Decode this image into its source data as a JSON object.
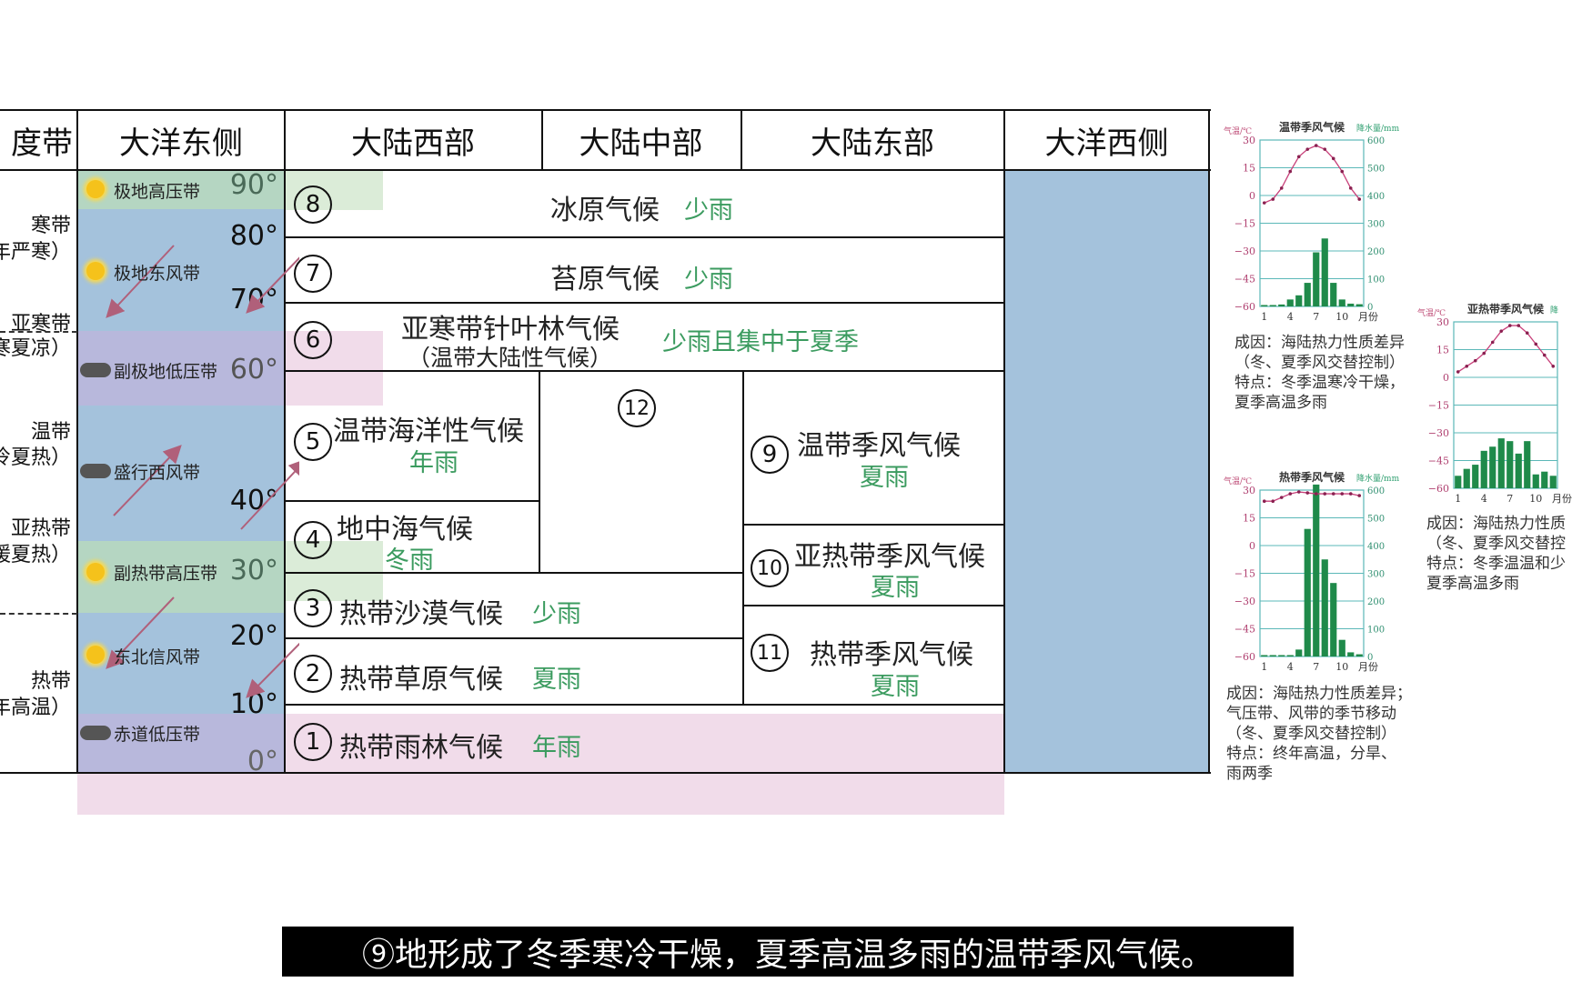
{
  "headers": {
    "zone": "度带",
    "ocean_east": "大洋东侧",
    "cont_west": "大陆西部",
    "cont_mid": "大陆中部",
    "cont_east": "大陆东部",
    "ocean_west": "大洋西侧"
  },
  "zones": [
    {
      "name": "寒带",
      "note": "年严寒）"
    },
    {
      "name": "亚寒带",
      "note": "寒夏凉）"
    },
    {
      "name": "温带",
      "note": "冷夏热）"
    },
    {
      "name": "亚热带",
      "note": "暖夏热）"
    },
    {
      "name": "热带",
      "note": "年高温）"
    }
  ],
  "latitudes": [
    "90°",
    "80°",
    "70°",
    "60°",
    "40°",
    "30°",
    "20°",
    "10°",
    "0°"
  ],
  "belts": [
    {
      "name": "极地高压带",
      "icon": "sun"
    },
    {
      "name": "极地东风带",
      "icon": "sun"
    },
    {
      "name": "副极地低压带",
      "icon": "cloud"
    },
    {
      "name": "盛行西风带",
      "icon": "cloud"
    },
    {
      "name": "副热带高压带",
      "icon": "sun"
    },
    {
      "name": "东北信风带",
      "icon": "sun"
    },
    {
      "name": "赤道低压带",
      "icon": "cloud"
    }
  ],
  "climates": {
    "c1": {
      "num": "1",
      "name": "热带雨林气候",
      "rain": "年雨"
    },
    "c2": {
      "num": "2",
      "name": "热带草原气候",
      "rain": "夏雨"
    },
    "c3": {
      "num": "3",
      "name": "热带沙漠气候",
      "rain": "少雨"
    },
    "c4": {
      "num": "4",
      "name": "地中海气候",
      "rain": "冬雨"
    },
    "c5": {
      "num": "5",
      "name": "温带海洋性气候",
      "rain": "年雨"
    },
    "c6": {
      "num": "6",
      "name": "亚寒带针叶林气候",
      "name2": "（温带大陆性气候）",
      "rain": "少雨且集中于夏季"
    },
    "c7": {
      "num": "7",
      "name": "苔原气候",
      "rain": "少雨"
    },
    "c8": {
      "num": "8",
      "name": "冰原气候",
      "rain": "少雨"
    },
    "c9": {
      "num": "9",
      "name": "温带季风气候",
      "rain": "夏雨"
    },
    "c10": {
      "num": "10",
      "name": "亚热带季风气候",
      "rain": "夏雨"
    },
    "c11": {
      "num": "11",
      "name": "热带季风气候",
      "rain": "夏雨"
    },
    "c12": {
      "num": "12"
    }
  },
  "colors": {
    "polar_high": "#b5d6c2",
    "ocean": "#a4c2dc",
    "low_pressure": "#b8b8dc",
    "pink": "#f1dcea",
    "rain_green": "#3b9b5f",
    "temp_line": "#c8407a",
    "bar": "#1f8a4a",
    "grid": "#5bb8b8"
  },
  "descriptions": {
    "temperate": [
      "成因：海陆热力性质差异",
      "（冬、夏季风交替控制）",
      "特点：冬季温寒冷干燥，",
      "夏季高温多雨"
    ],
    "subtropical": [
      "成因：海陆热力性质",
      "（冬、夏季风交替控",
      "特点：冬季温温和少",
      "夏季高温多雨"
    ],
    "tropical": [
      "成因：海陆热力性质差异；",
      "气压带、风带的季节移动",
      "（冬、夏季风交替控制）",
      "特点：终年高温，分旱、",
      "雨两季"
    ]
  },
  "subtitle": "⑨地形成了冬季寒冷干燥，夏季高温多雨的温带季风气候。",
  "chart_data": [
    {
      "id": "temperate",
      "type": "bar+line",
      "title": "温带季风气候",
      "ylabel_left": "气温/℃",
      "ylabel_right": "降水量/mm",
      "xlabel": "月份",
      "x": [
        1,
        2,
        3,
        4,
        5,
        6,
        7,
        8,
        9,
        10,
        11,
        12
      ],
      "x_ticks": [
        "1",
        "4",
        "7",
        "10"
      ],
      "temp_ticks": [
        "30",
        "15",
        "0",
        "−15",
        "−30",
        "−45",
        "−60"
      ],
      "precip_ticks": [
        "600",
        "500",
        "400",
        "300",
        "200",
        "100",
        "0"
      ],
      "temp_range": [
        -60,
        30
      ],
      "precip_range": [
        0,
        600
      ],
      "temperature": [
        -4,
        -2,
        4,
        13,
        21,
        25,
        27,
        25,
        20,
        13,
        4,
        -2
      ],
      "precipitation": [
        5,
        5,
        7,
        25,
        40,
        85,
        195,
        245,
        85,
        25,
        10,
        8
      ]
    },
    {
      "id": "subtropical",
      "type": "bar+line",
      "title": "亚热带季风气候",
      "ylabel_left": "气温/℃",
      "ylabel_right": "降",
      "xlabel": "月份",
      "x": [
        1,
        2,
        3,
        4,
        5,
        6,
        7,
        8,
        9,
        10,
        11,
        12
      ],
      "x_ticks": [
        "1",
        "4",
        "7",
        "10"
      ],
      "temp_ticks": [
        "30",
        "15",
        "0",
        "−15",
        "−30",
        "−45",
        "−60"
      ],
      "precip_ticks": [],
      "temp_range": [
        -60,
        30
      ],
      "precip_range": [
        0,
        600
      ],
      "temperature": [
        3,
        6,
        9,
        13,
        19,
        25,
        28,
        28,
        24,
        18,
        12,
        6
      ],
      "precipitation": [
        45,
        70,
        85,
        135,
        150,
        180,
        170,
        125,
        170,
        50,
        60,
        45
      ]
    },
    {
      "id": "tropical",
      "type": "bar+line",
      "title": "热带季风气候",
      "ylabel_left": "气温/℃",
      "ylabel_right": "降水量/mm",
      "xlabel": "月份",
      "x": [
        1,
        2,
        3,
        4,
        5,
        6,
        7,
        8,
        9,
        10,
        11,
        12
      ],
      "x_ticks": [
        "1",
        "4",
        "7",
        "10"
      ],
      "temp_ticks": [
        "30",
        "15",
        "0",
        "−15",
        "−30",
        "−45",
        "−60"
      ],
      "precip_ticks": [
        "600",
        "500",
        "400",
        "300",
        "200",
        "100",
        "0"
      ],
      "temp_range": [
        -60,
        30
      ],
      "precip_range": [
        0,
        600
      ],
      "temperature": [
        24,
        24,
        26,
        28,
        29,
        28.5,
        28,
        28,
        28,
        28,
        28,
        27
      ],
      "precipitation": [
        5,
        5,
        5,
        5,
        25,
        460,
        620,
        350,
        265,
        60,
        15,
        8
      ]
    }
  ]
}
